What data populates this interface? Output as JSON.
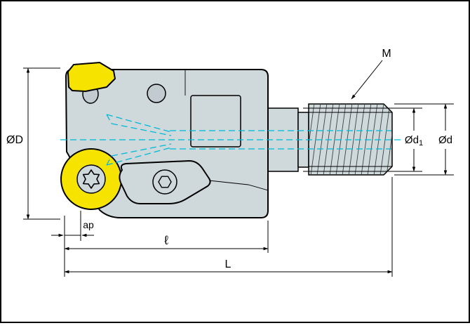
{
  "diagram": {
    "dimensions": {
      "outer_diameter": "ØD",
      "thread": "M",
      "neck_diameter_base": "Ød",
      "neck_diameter_sub": "1",
      "shank_diameter": "Ød",
      "cutting_depth": "ap",
      "effective_length": "ℓ",
      "overall_length": "L"
    },
    "colors": {
      "body": "#cfd8da",
      "hole": "#c2ccd0",
      "insert": "#f6e400",
      "coolant": "#00b9d8",
      "outline": "#000000",
      "background": "#ffffff"
    }
  }
}
